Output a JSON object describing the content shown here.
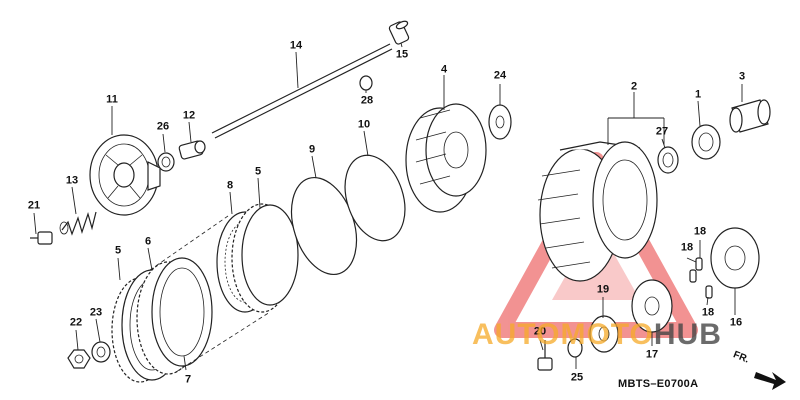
{
  "diagram": {
    "parts": [
      {
        "id": "p1",
        "number": "1"
      },
      {
        "id": "p2",
        "number": "2"
      },
      {
        "id": "p3",
        "number": "3"
      },
      {
        "id": "p4",
        "number": "4"
      },
      {
        "id": "p5a",
        "number": "5"
      },
      {
        "id": "p5b",
        "number": "5"
      },
      {
        "id": "p6",
        "number": "6"
      },
      {
        "id": "p7",
        "number": "7"
      },
      {
        "id": "p8",
        "number": "8"
      },
      {
        "id": "p9",
        "number": "9"
      },
      {
        "id": "p10",
        "number": "10"
      },
      {
        "id": "p11",
        "number": "11"
      },
      {
        "id": "p12",
        "number": "12"
      },
      {
        "id": "p13",
        "number": "13"
      },
      {
        "id": "p14",
        "number": "14"
      },
      {
        "id": "p15",
        "number": "15"
      },
      {
        "id": "p16",
        "number": "16"
      },
      {
        "id": "p17",
        "number": "17"
      },
      {
        "id": "p18a",
        "number": "18"
      },
      {
        "id": "p18b",
        "number": "18"
      },
      {
        "id": "p18c",
        "number": "18"
      },
      {
        "id": "p19",
        "number": "19"
      },
      {
        "id": "p20",
        "number": "20"
      },
      {
        "id": "p21",
        "number": "21"
      },
      {
        "id": "p22",
        "number": "22"
      },
      {
        "id": "p23",
        "number": "23"
      },
      {
        "id": "p24",
        "number": "24"
      },
      {
        "id": "p25",
        "number": "25"
      },
      {
        "id": "p26",
        "number": "26"
      },
      {
        "id": "p27",
        "number": "27"
      },
      {
        "id": "p28",
        "number": "28"
      }
    ],
    "diagram_code": "MBTS–E0700A",
    "direction_label": "FR.",
    "watermark": {
      "part1": "AUTO",
      "part2": "MOTO",
      "part3": "HUB"
    },
    "colors": {
      "ink": "#222222",
      "watermark_red": "#e83a3a",
      "watermark_orange": "#f5aa28",
      "watermark_gray": "#464646"
    }
  }
}
